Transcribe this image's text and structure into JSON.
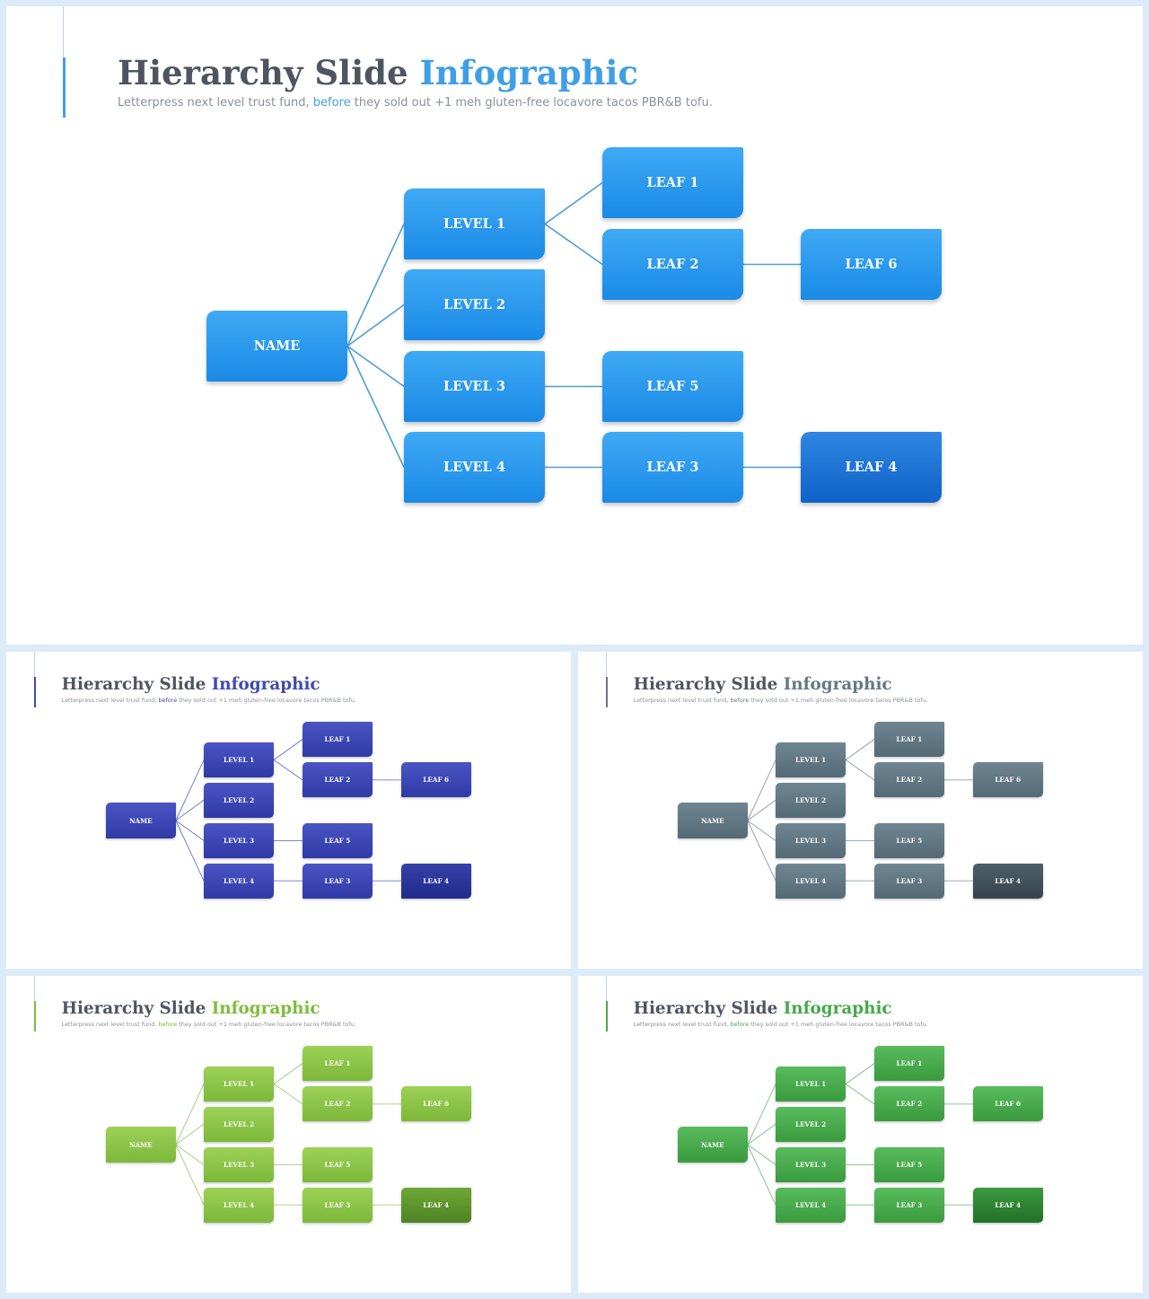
{
  "slides": [
    {
      "id": "main",
      "title_main": "Hierarchy Slide ",
      "title_accent": "Infographic",
      "subtitle_pre": "Letterpress next level trust fund, ",
      "subtitle_accent": "before",
      "subtitle_post": " they sold out +1 meh gluten-free locavore tacos PBR&B tofu.",
      "colors": {
        "accent": "#3f9fe6",
        "node_top": "#3fa9f5",
        "node_bottom": "#1a8ae6",
        "dark_top": "#2e86e0",
        "dark_bottom": "#1062c8",
        "line": "#4a9fdb"
      }
    },
    {
      "id": "indigo",
      "title_main": "Hierarchy Slide ",
      "title_accent": "Infographic",
      "subtitle_pre": "Letterpress next level trust fund, ",
      "subtitle_accent": "before",
      "subtitle_post": " they sold out +1 meh gluten-free locavore tacos PBR&B tofu.",
      "colors": {
        "accent": "#3f4bb0",
        "node_top": "#4a55c4",
        "node_bottom": "#2f3aa6",
        "dark_top": "#3540a8",
        "dark_bottom": "#222b8c",
        "line": "#5360c0"
      }
    },
    {
      "id": "slate",
      "title_main": "Hierarchy Slide ",
      "title_accent": "Infographic",
      "subtitle_pre": "Letterpress next level trust fund, ",
      "subtitle_accent": "before",
      "subtitle_post": " they sold out +1 meh gluten-free locavore tacos PBR&B tofu.",
      "colors": {
        "accent": "#647985",
        "node_top": "#6f8591",
        "node_bottom": "#546a76",
        "dark_top": "#4d5f69",
        "dark_bottom": "#36444c",
        "line": "#7c8e98"
      }
    },
    {
      "id": "lime",
      "title_main": "Hierarchy Slide ",
      "title_accent": "Infographic",
      "subtitle_pre": "Letterpress next level trust fund, ",
      "subtitle_accent": "before",
      "subtitle_post": " they sold out +1 meh gluten-free locavore tacos PBR&B tofu.",
      "colors": {
        "accent": "#7dbd3a",
        "node_top": "#9dd157",
        "node_bottom": "#7cb83a",
        "dark_top": "#6fa637",
        "dark_bottom": "#4e8424",
        "line": "#96c860"
      }
    },
    {
      "id": "green",
      "title_main": "Hierarchy Slide ",
      "title_accent": "Infographic",
      "subtitle_pre": "Letterpress next level trust fund, ",
      "subtitle_accent": "before",
      "subtitle_post": " they sold out +1 meh gluten-free locavore tacos PBR&B tofu.",
      "colors": {
        "accent": "#47a84a",
        "node_top": "#58bb5c",
        "node_bottom": "#3a9b3e",
        "dark_top": "#3b9a3f",
        "dark_bottom": "#246f28",
        "line": "#66b868"
      }
    }
  ],
  "diagram": {
    "nodes": [
      {
        "id": "name",
        "label": "NAME"
      },
      {
        "id": "level1",
        "label": "LEVEL 1"
      },
      {
        "id": "level2",
        "label": "LEVEL 2"
      },
      {
        "id": "level3",
        "label": "LEVEL 3"
      },
      {
        "id": "level4",
        "label": "LEVEL 4"
      },
      {
        "id": "leaf1",
        "label": "LEAF 1"
      },
      {
        "id": "leaf2",
        "label": "LEAF 2"
      },
      {
        "id": "leaf6",
        "label": "LEAF 6"
      },
      {
        "id": "leaf5",
        "label": "LEAF 5"
      },
      {
        "id": "leaf3",
        "label": "LEAF 3"
      },
      {
        "id": "leaf4",
        "label": "LEAF 4"
      }
    ],
    "edges": [
      [
        "name",
        "level1"
      ],
      [
        "name",
        "level2"
      ],
      [
        "name",
        "level3"
      ],
      [
        "name",
        "level4"
      ],
      [
        "level1",
        "leaf1"
      ],
      [
        "level1",
        "leaf2"
      ],
      [
        "leaf2",
        "leaf6"
      ],
      [
        "level3",
        "leaf5"
      ],
      [
        "level4",
        "leaf3"
      ],
      [
        "leaf3",
        "leaf4"
      ]
    ],
    "emphasized_node": "leaf4"
  }
}
